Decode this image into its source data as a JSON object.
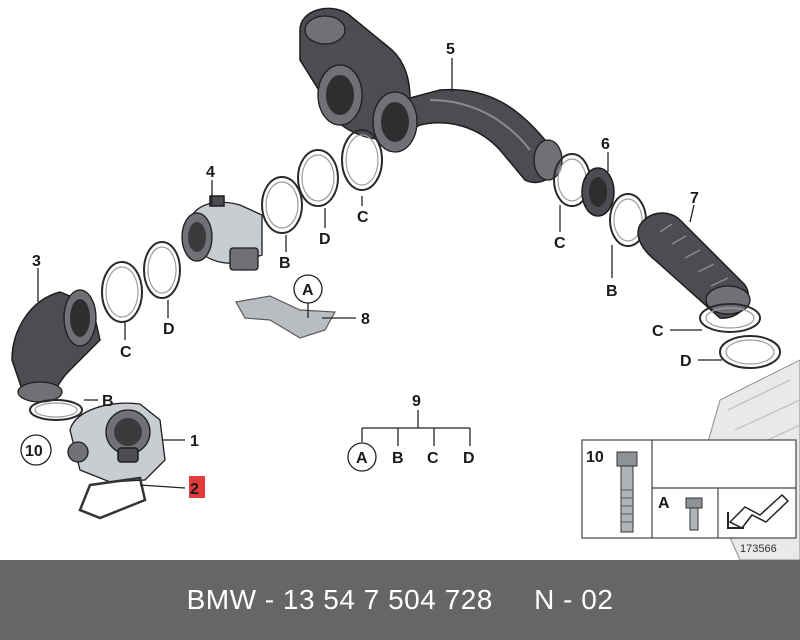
{
  "diagram": {
    "callouts": {
      "c1": "1",
      "c2": "2",
      "c3": "3",
      "c4": "4",
      "c5": "5",
      "c6": "6",
      "c7": "7",
      "c8": "8",
      "c9": "9",
      "c10": "10"
    },
    "letters": {
      "b_throttle": "B",
      "c_elbow": "C",
      "d_elbow": "D",
      "b_meter": "B",
      "d_meter": "D",
      "c_meter": "C",
      "a_bracket": "A",
      "c_right": "C",
      "b_right": "B",
      "c_lower_right": "C",
      "d_lower_right": "D"
    },
    "kit_tree": {
      "root": "9",
      "a": "A",
      "b": "B",
      "c": "C",
      "d": "D"
    },
    "hardware_box": {
      "bolt_label": "10",
      "screw_label": "A"
    },
    "image_number": "173566",
    "highlight_color": "#e23b3b"
  },
  "footer": {
    "text": "BMW - 13 54 7 504 728     N - 02"
  }
}
